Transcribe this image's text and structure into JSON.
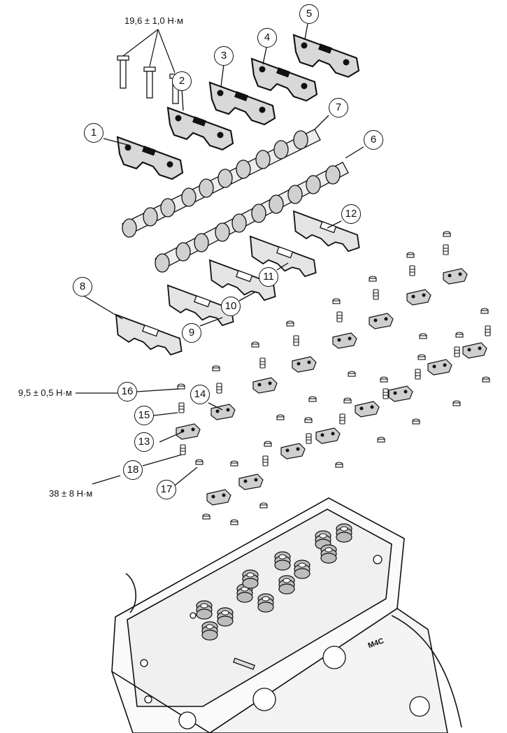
{
  "torque": {
    "bolts": "19,6 ± 1,0 Н·м",
    "nut": "9,5 ± 0,5 Н·м",
    "stud": "38 ± 8 Н·м"
  },
  "engine_marking": "M4C",
  "callouts": [
    {
      "id": "c1",
      "label": "1"
    },
    {
      "id": "c2",
      "label": "2"
    },
    {
      "id": "c3",
      "label": "3"
    },
    {
      "id": "c4",
      "label": "4"
    },
    {
      "id": "c5",
      "label": "5"
    },
    {
      "id": "c6",
      "label": "6"
    },
    {
      "id": "c7",
      "label": "7"
    },
    {
      "id": "c8",
      "label": "8"
    },
    {
      "id": "c9",
      "label": "9"
    },
    {
      "id": "c10",
      "label": "10"
    },
    {
      "id": "c11",
      "label": "11"
    },
    {
      "id": "c12",
      "label": "12"
    },
    {
      "id": "c13",
      "label": "13"
    },
    {
      "id": "c14",
      "label": "14"
    },
    {
      "id": "c15",
      "label": "15"
    },
    {
      "id": "c16",
      "label": "16"
    },
    {
      "id": "c17",
      "label": "17"
    },
    {
      "id": "c18",
      "label": "18"
    }
  ]
}
